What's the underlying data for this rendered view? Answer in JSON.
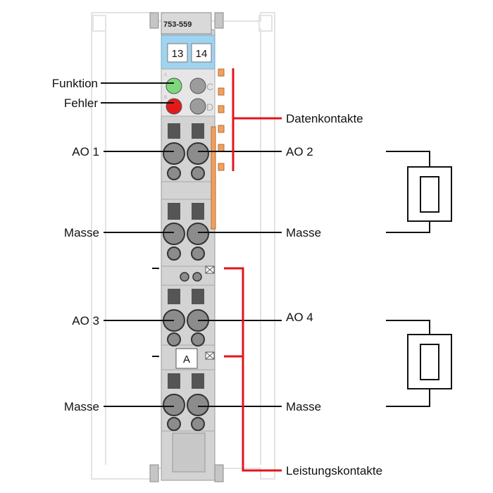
{
  "module": {
    "model": "753-559",
    "terminal_numbers": [
      "13",
      "14"
    ],
    "led_small_labels": [
      "A",
      "B"
    ],
    "led_side_labels": [
      "C",
      "D"
    ],
    "marker": "A"
  },
  "labels": {
    "funktion": "Funktion",
    "fehler": "Fehler",
    "ao1": "AO 1",
    "ao2": "AO 2",
    "ao3": "AO 3",
    "ao4": "AO 4",
    "masse_left_1": "Masse",
    "masse_right_1": "Masse",
    "masse_left_2": "Masse",
    "masse_right_2": "Masse",
    "datenkontakte": "Datenkontakte",
    "leistungskontakte": "Leistungskontakte"
  },
  "colors": {
    "led_funktion": "#7dd87a",
    "led_fehler": "#e41a1a",
    "leader_red": "#e3141b",
    "data_contact": "#f0a060",
    "label_strip": "#9fd3ef",
    "housing": "#cfcfcf"
  }
}
